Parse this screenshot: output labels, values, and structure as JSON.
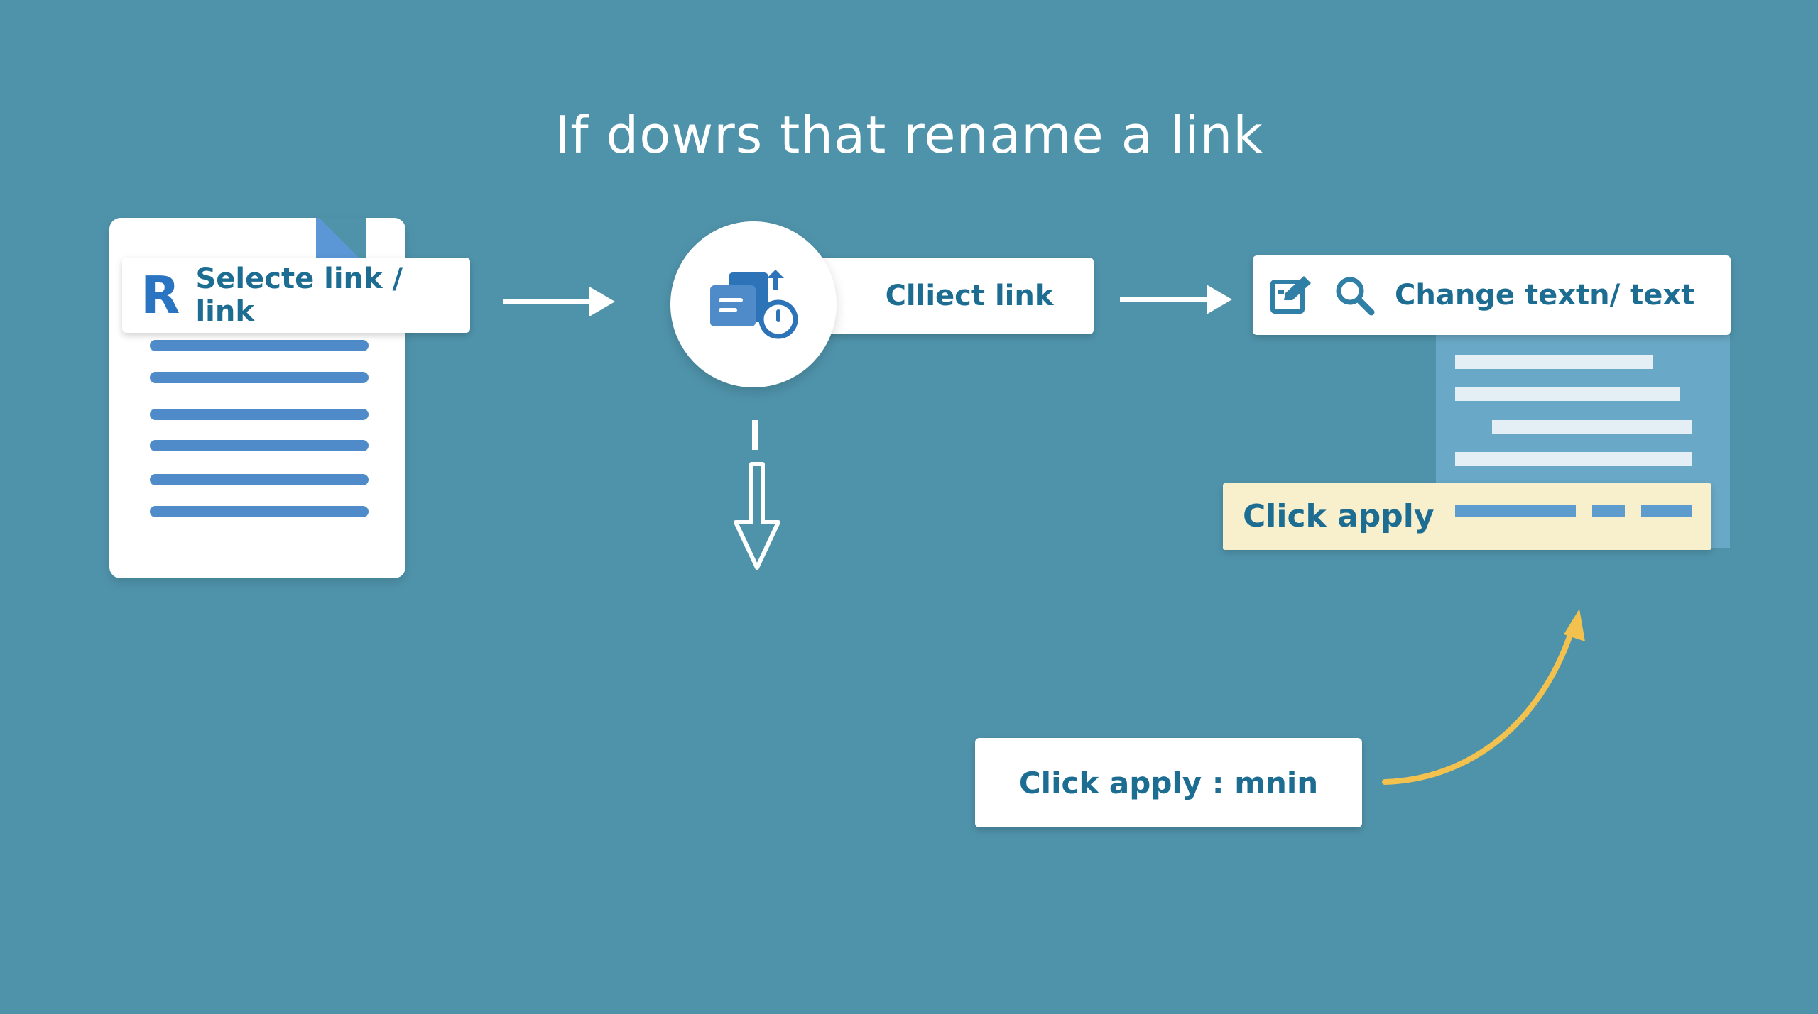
{
  "title": "If dowrs that rename a link",
  "step1": {
    "badge": "R",
    "label": "Selecte link / link"
  },
  "step2": {
    "label": "Cllіect link"
  },
  "step3": {
    "label": "Change textn/ text"
  },
  "apply_panel": {
    "label": "Click apply"
  },
  "step4": {
    "label": "Click apply : mnin"
  },
  "colors": {
    "background": "#4f93aa",
    "card": "#ffffff",
    "text_accent": "#1d6c92",
    "highlight": "#f8efcd",
    "curve_arrow": "#f2c14e"
  },
  "icons": [
    "document-icon",
    "linked-document-timer-icon",
    "edit-icon",
    "search-icon"
  ]
}
